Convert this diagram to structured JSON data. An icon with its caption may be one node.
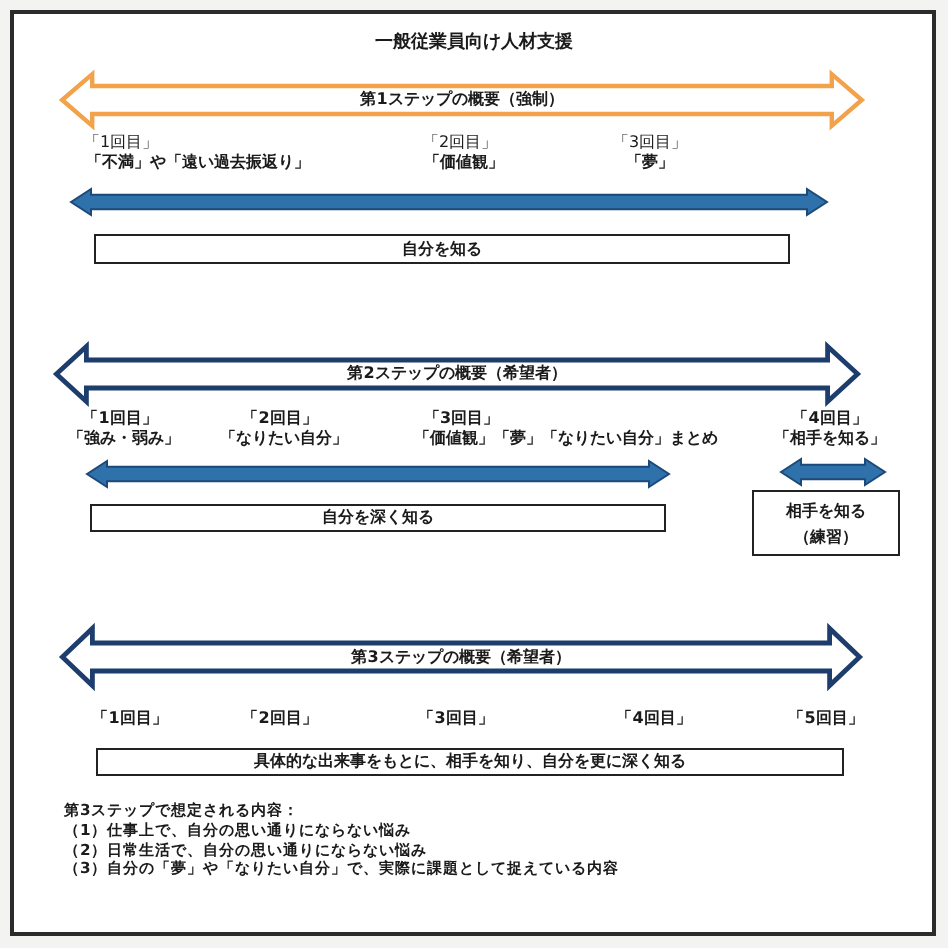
{
  "diagram": {
    "title": "一般従業員向け人材支援",
    "nodes": [
      {
        "text": [
          "第1ステップの概要（強制）"
        ]
      },
      {
        "text": [
          "自分を知る"
        ]
      },
      {
        "text": [
          "第2ステップの概要（希望者）"
        ]
      },
      {
        "text": [
          "自分を深く知る"
        ]
      },
      {
        "text": [
          "相手を知る（練習）"
        ]
      },
      {
        "text": [
          "第3ステップの概要（希望者）"
        ]
      },
      {
        "text": [
          "具体的な出来事をもとに、相手を知り、自分を更に深く知る"
        ]
      }
    ],
    "labels": [
      "「1回目」",
      "「2回目」",
      "「3回目」",
      "「不満」や「遠い過去振返り」",
      "「価値観」",
      "「夢」",
      "「1回目」",
      "「2回目」",
      "「3回目」",
      "「4回目」",
      "「強み・弱み」",
      "「なりたい自分」",
      "「価値観」「夢」「なりたい自分」まとめ",
      "「相手を知る」",
      "「1回目」",
      "「2回目」",
      "「3回目」",
      "「4回目」",
      "「5回目」",
      "第3ステップで想定される内容：",
      "（1）仕事上で、自分の思い通りにならない悩み",
      "（2）日常生活で、自分の思い通りにならない悩み",
      "（3）自分の「夢」や「なりたい自分」で、実際に課題として捉えている内容"
    ]
  }
}
